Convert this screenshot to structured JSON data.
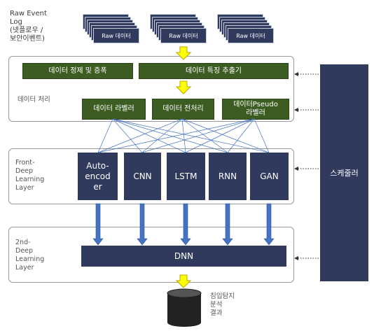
{
  "source": {
    "label": "Raw Event\nLog\n(넷플로우 /\n보안이벤트)"
  },
  "raw_stacks": [
    "Raw 데이터",
    "Raw 데이터",
    "Raw 데이터"
  ],
  "data_processing": {
    "label": "데이터 처리",
    "refine": "데이터 정제 및 증폭",
    "extract": "데이터 특징 추출기",
    "labeling": "데이터 라벨러",
    "preprocess": "데이터 전처리",
    "pseudo": "데이터Pseudo\n라벨러"
  },
  "front_layer": {
    "label": "Front-\nDeep\nLearning\nLayer",
    "models": [
      "Auto-\nencod\ner",
      "CNN",
      "LSTM",
      "RNN",
      "GAN"
    ]
  },
  "second_layer": {
    "label": "2nd-\nDeep\nLearning\nLayer",
    "dnn": "DNN"
  },
  "scheduler": "스케줄러",
  "result": "침입탐지\n분석\n결과",
  "colors": {
    "green": "#3d5c22",
    "navy": "#2f3a5c",
    "arrow_yellow": "#ffff00",
    "arrow_blue": "#4472c4"
  }
}
